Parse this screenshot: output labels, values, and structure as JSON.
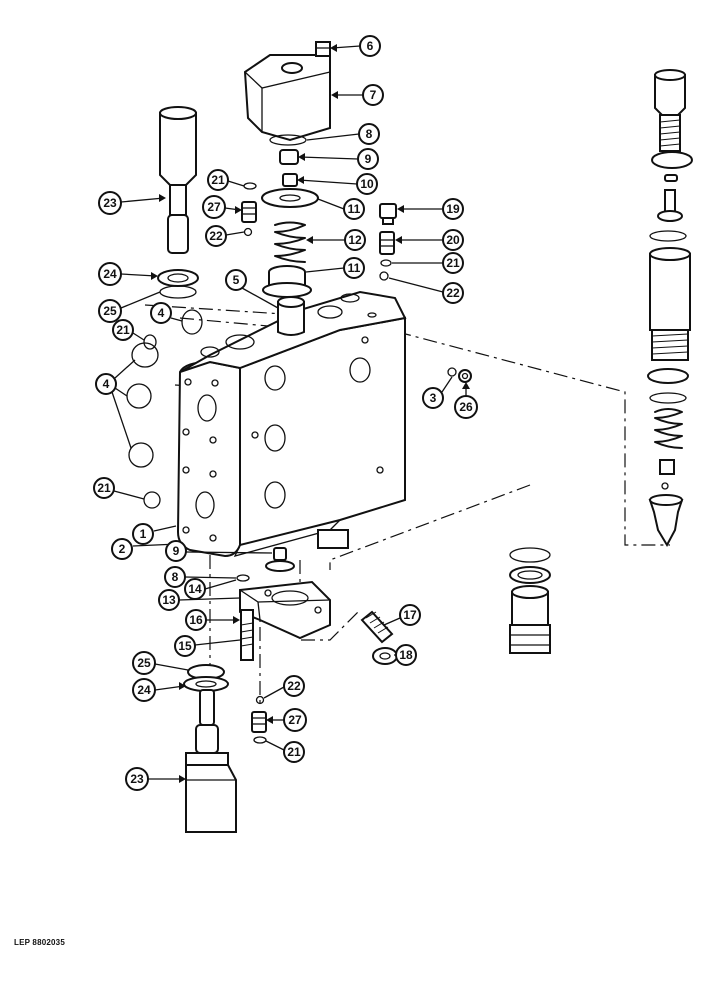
{
  "figure": {
    "reference_code": "LEP 8802035",
    "callouts": [
      {
        "label": "1"
      },
      {
        "label": "2"
      },
      {
        "label": "3"
      },
      {
        "label": "4"
      },
      {
        "label": "4"
      },
      {
        "label": "5"
      },
      {
        "label": "6"
      },
      {
        "label": "7"
      },
      {
        "label": "8"
      },
      {
        "label": "8"
      },
      {
        "label": "9"
      },
      {
        "label": "9"
      },
      {
        "label": "10"
      },
      {
        "label": "11"
      },
      {
        "label": "11"
      },
      {
        "label": "12"
      },
      {
        "label": "13"
      },
      {
        "label": "14"
      },
      {
        "label": "15"
      },
      {
        "label": "16"
      },
      {
        "label": "17"
      },
      {
        "label": "18"
      },
      {
        "label": "19"
      },
      {
        "label": "20"
      },
      {
        "label": "21"
      },
      {
        "label": "21"
      },
      {
        "label": "21"
      },
      {
        "label": "21"
      },
      {
        "label": "21"
      },
      {
        "label": "22"
      },
      {
        "label": "22"
      },
      {
        "label": "22"
      },
      {
        "label": "23"
      },
      {
        "label": "23"
      },
      {
        "label": "24"
      },
      {
        "label": "24"
      },
      {
        "label": "25"
      },
      {
        "label": "25"
      },
      {
        "label": "26"
      },
      {
        "label": "27"
      },
      {
        "label": "27"
      }
    ]
  }
}
